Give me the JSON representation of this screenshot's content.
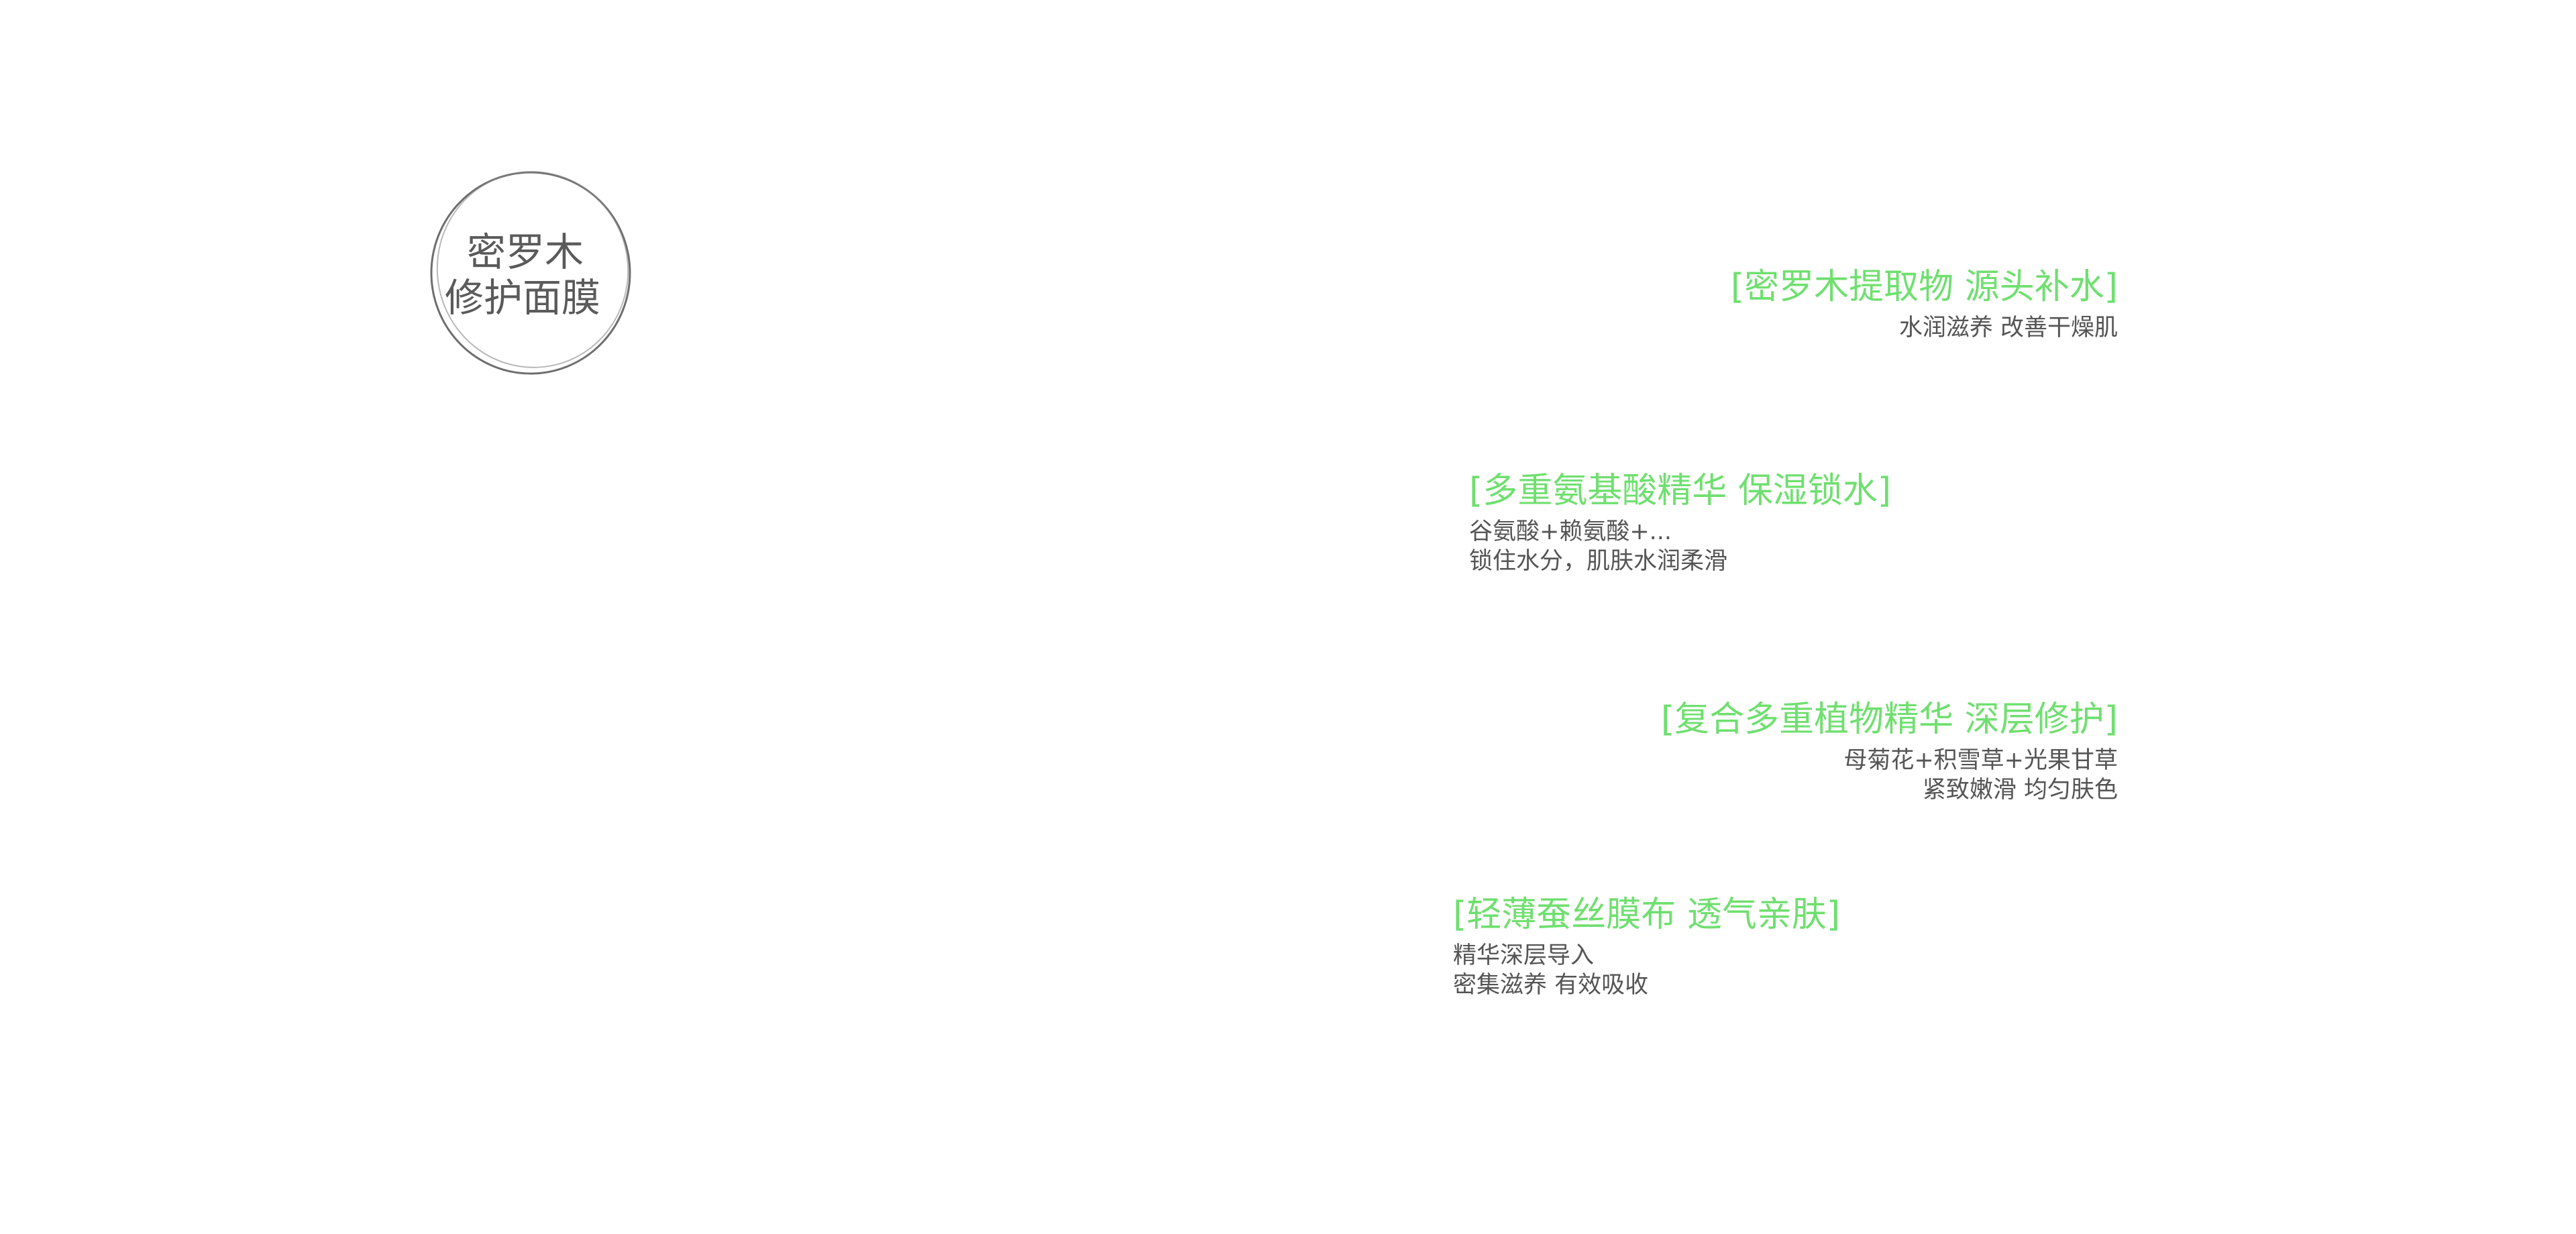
{
  "badge": {
    "line1": "密罗木",
    "line2": "修护面膜"
  },
  "colors": {
    "accent": "#6fdf6f",
    "text": "#555555",
    "ring": "#444444"
  },
  "features": [
    {
      "title": "[密罗木提取物 源头补水]",
      "lines": [
        "水润滋养 改善干燥肌"
      ]
    },
    {
      "title": "[多重氨基酸精华 保湿锁水]",
      "lines": [
        "谷氨酸+赖氨酸+...",
        "锁住水分，肌肤水润柔滑"
      ]
    },
    {
      "title": "[复合多重植物精华 深层修护]",
      "lines": [
        "母菊花+积雪草+光果甘草",
        "紧致嫩滑 均匀肤色"
      ]
    },
    {
      "title": "[轻薄蚕丝膜布 透气亲肤]",
      "lines": [
        "精华深层导入",
        "密集滋养 有效吸收"
      ]
    }
  ]
}
